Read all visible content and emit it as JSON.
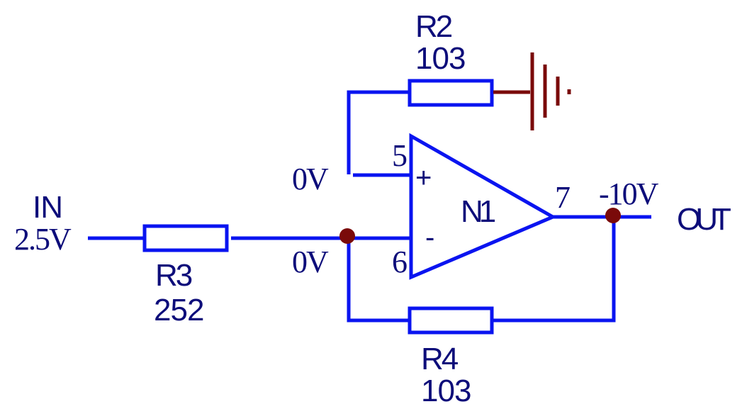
{
  "colors": {
    "wire": "#0a14f0",
    "ground": "#7a0a0a",
    "node": "#7a0a0a",
    "text": "#0d0d7a",
    "background": "#ffffff"
  },
  "input": {
    "label": "IN",
    "voltage": "2.5V"
  },
  "output": {
    "label": "OUT",
    "voltage": "-10V"
  },
  "opamp": {
    "designator": "N1",
    "pin_noninverting": "5",
    "pin_inverting": "6",
    "pin_output": "7",
    "plus_symbol": "+",
    "minus_symbol": "-",
    "noninverting_voltage": "0V",
    "inverting_voltage": "0V"
  },
  "resistors": {
    "r2": {
      "designator": "R2",
      "value": "103"
    },
    "r3": {
      "designator": "R3",
      "value": "252"
    },
    "r4": {
      "designator": "R4",
      "value": "103"
    }
  },
  "ground": {
    "symbol": "ground"
  }
}
